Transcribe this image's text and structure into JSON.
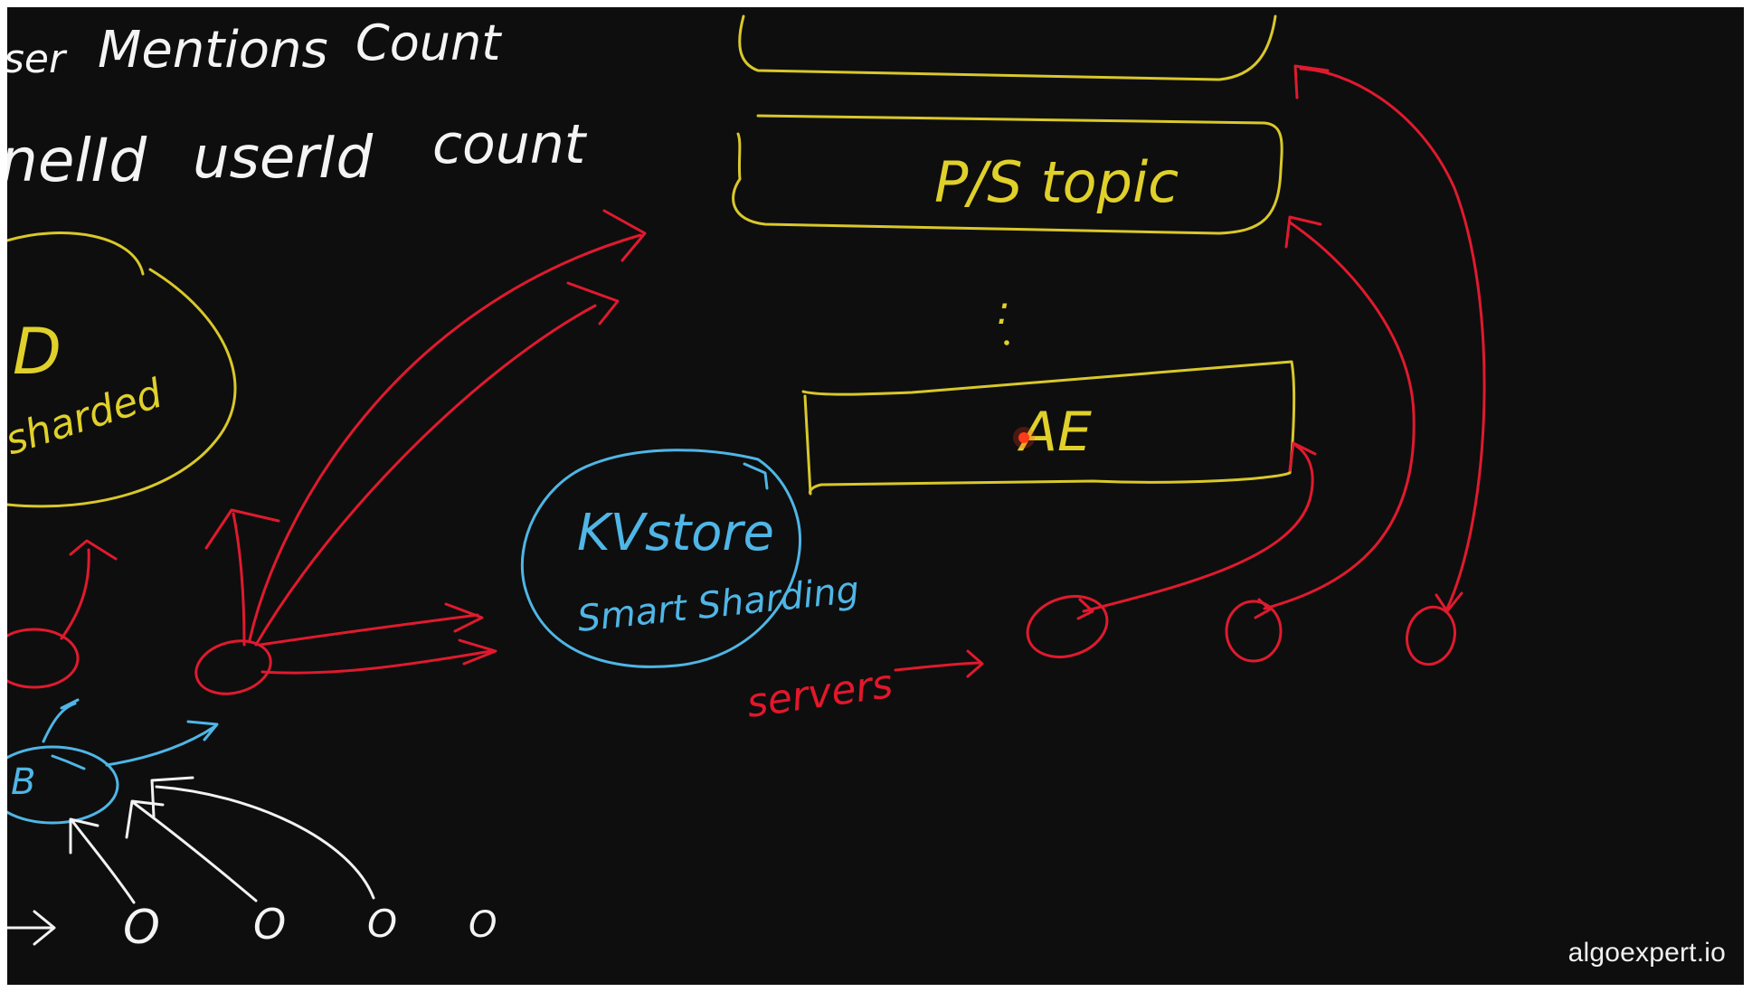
{
  "header_row": {
    "fragment": "ser",
    "mentions": "Mentions",
    "count": "Count"
  },
  "columns_row": {
    "channel_fragment": "nelId",
    "user_id": "userId",
    "count": "count"
  },
  "db_ellipse": {
    "letter": "D",
    "label": "sharded"
  },
  "kv_store": {
    "title": "KVstore",
    "subtitle": "Smart Sharding"
  },
  "topic_box": {
    "label": "P/S topic"
  },
  "ellipsis": ":",
  "ae_box": {
    "label": "AE"
  },
  "servers_label": "servers",
  "blue_node_fragment": "B",
  "client_nodes": [
    "O",
    "O",
    "O",
    "O"
  ],
  "watermark": "algoexpert.io",
  "colors": {
    "background": "#0e0e0e",
    "white": "#f2f2f2",
    "yellow": "#d9c82a",
    "blue": "#4fb6e6",
    "red": "#e01a2e"
  }
}
